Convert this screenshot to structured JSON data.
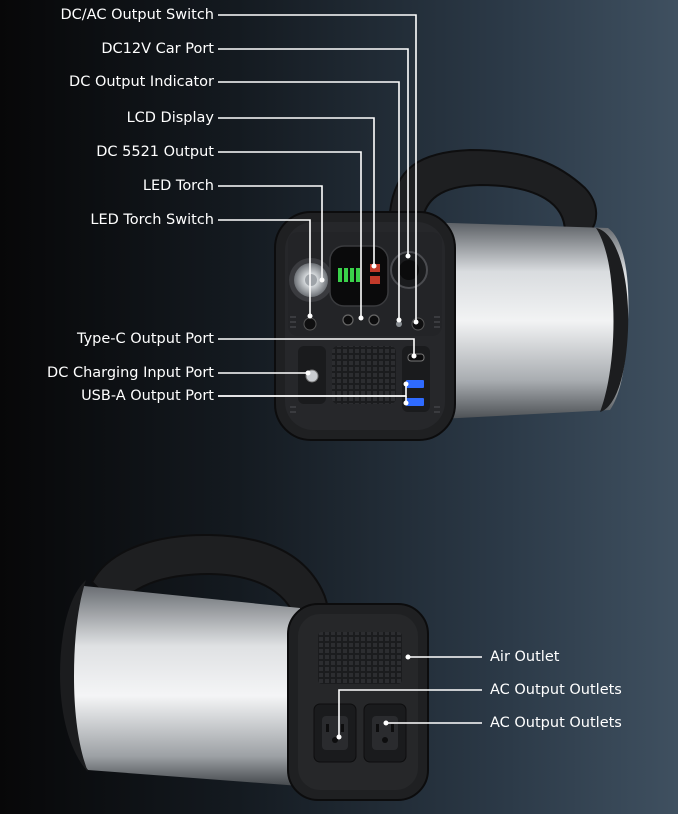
{
  "labels": {
    "dc_ac_switch": "DC/AC Output Switch",
    "dc12v_car_port": "DC12V Car Port",
    "dc_output_indicator": "DC Output Indicator",
    "lcd_display": "LCD Display",
    "dc5521_output": "DC 5521 Output",
    "led_torch": "LED Torch",
    "led_torch_switch": "LED Torch Switch",
    "type_c_port": "Type-C Output Port",
    "dc_charging_input": "DC Charging Input Port",
    "usb_a_port": "USB-A Output Port",
    "air_outlet": "Air Outlet",
    "ac_outlets_1": "AC Output Outlets",
    "ac_outlets_2": "AC Output Outlets"
  },
  "colors": {
    "background_dark": "#070708",
    "background_light": "#3f5060",
    "label_text": "#ffffff",
    "callout_line": "#ffffff",
    "lcd_green": "#3ad14a",
    "usb_blue": "#2f6bff"
  }
}
